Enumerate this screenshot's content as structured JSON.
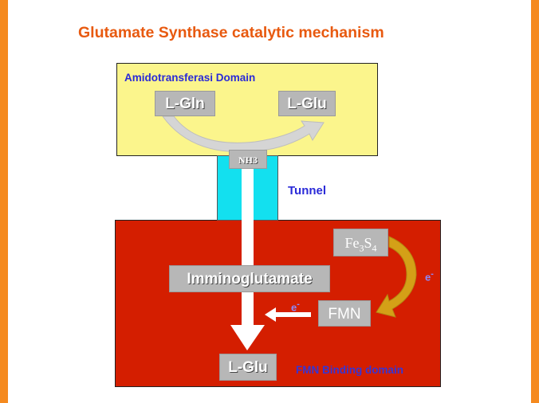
{
  "title": "Glutamate Synthase catalytic mechanism",
  "domains": {
    "amidotransferase": "Amidotransferasi Domain",
    "tunnel": "Tunnel",
    "fmn_binding": "FMN Binding domain"
  },
  "molecules": {
    "l_gln": "L-Gln",
    "l_glu_top": "L-Glu",
    "nh3": "NH3",
    "imminoglutamate": "Imminoglutamate",
    "l_glu_bottom": "L-Glu",
    "fe_s": {
      "base1": "Fe",
      "sub1": "3",
      "base2": "S",
      "sub2": "4"
    },
    "fmn": "FMN"
  },
  "electron_labels": {
    "e1": "e",
    "e1_sup": "-",
    "e2": "e",
    "e2_sup": "-"
  },
  "colors": {
    "title": "#e85a10",
    "amido_bg": "#fbf58c",
    "tunnel_bg": "#13e0ef",
    "fmn_bg": "#d41e00",
    "edge": "#f58a1f",
    "label_blue": "#2a2ad8",
    "gold_arrow": "#d4a017"
  }
}
